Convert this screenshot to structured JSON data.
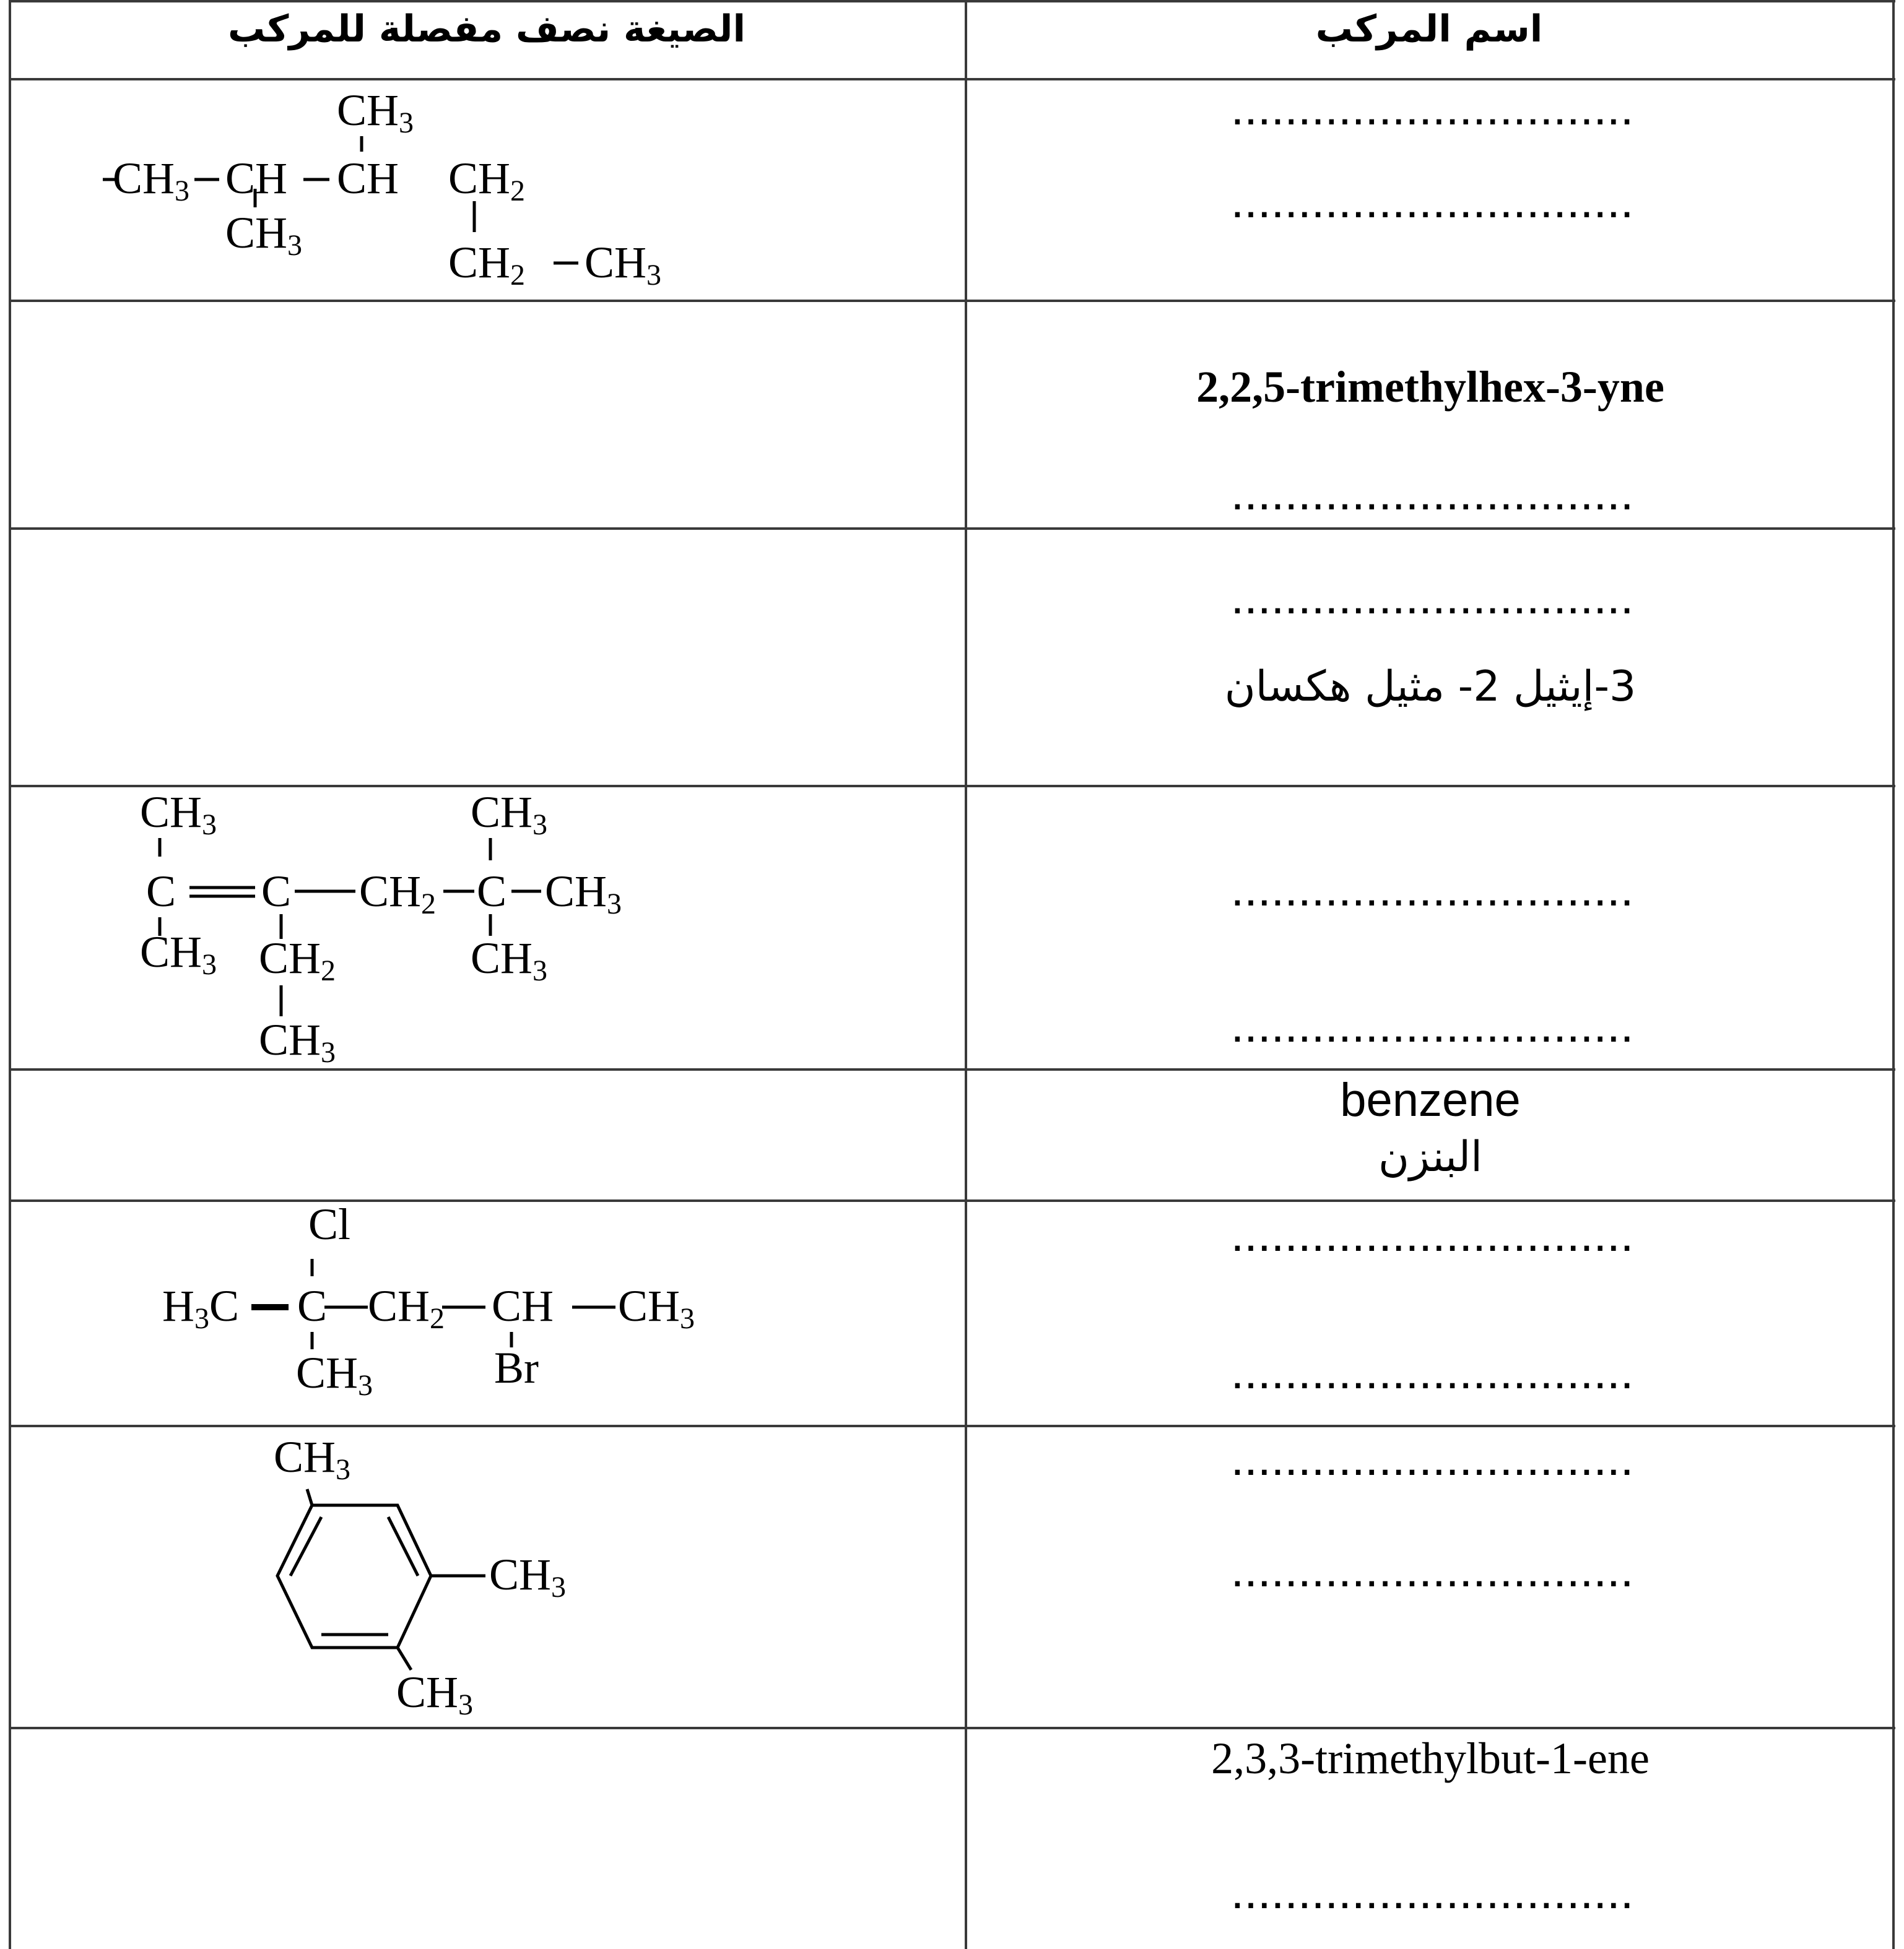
{
  "table": {
    "header": {
      "formula_col": "الصيغة نصف مفصلة للمركب",
      "name_col": "اسم المركب"
    },
    "blank": "..............................",
    "rows": [
      {
        "name_lines": [
          "",
          ""
        ]
      },
      {
        "name": "2,2,5-trimethylhex-3-yne"
      },
      {
        "name_ar": "3-إيثيل 2- مثيل هكسان"
      },
      {
        "name_lines": [
          "",
          ""
        ]
      },
      {
        "name_en": "benzene",
        "name_ar": "البنزن"
      },
      {
        "name_lines": [
          "",
          ""
        ]
      },
      {
        "name_lines": [
          "",
          ""
        ]
      },
      {
        "name": "2,3,3-trimethylbut-1-ene"
      }
    ]
  },
  "structures": {
    "ch3": "CH",
    "ch2": "CH",
    "ch": "CH",
    "c": "C",
    "h": "H",
    "cl": "Cl",
    "br": "Br",
    "sub3": "3",
    "sub2": "2"
  }
}
